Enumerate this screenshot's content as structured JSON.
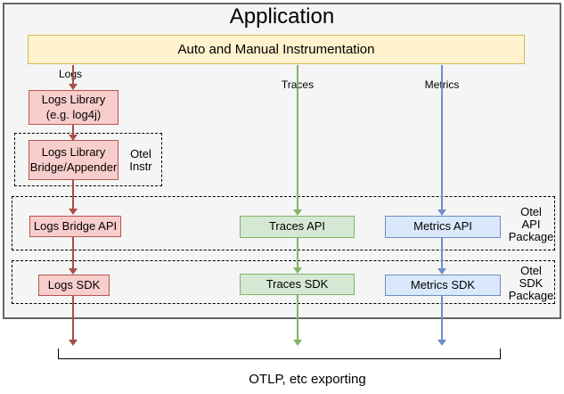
{
  "app": {
    "title": "Application",
    "instrumentation": "Auto and Manual Instrumentation"
  },
  "flows": {
    "logs": {
      "label": "Logs",
      "library": "Logs Library\n(e.g. log4j)",
      "bridge": "Logs Library\nBridge/Appender",
      "api": "Logs Bridge API",
      "sdk": "Logs SDK"
    },
    "traces": {
      "label": "Traces",
      "api": "Traces API",
      "sdk": "Traces SDK"
    },
    "metrics": {
      "label": "Metrics",
      "api": "Metrics API",
      "sdk": "Metrics SDK"
    }
  },
  "groups": {
    "otel_instr": "Otel\nInstr",
    "otel_api_package": "Otel\nAPI\nPackage",
    "otel_sdk_package": "Otel\nSDK\nPackage"
  },
  "footer": {
    "exporting": "OTLP, etc exporting"
  },
  "colors": {
    "app_fill": "#f5f5f5",
    "app_stroke": "#666666",
    "yellow_fill": "#fff2cc",
    "yellow_stroke": "#d6b656",
    "red_fill": "#f8cecc",
    "red_stroke": "#b85450",
    "red_arrow": "#a84d48",
    "green_fill": "#d5e8d4",
    "green_stroke": "#82b366",
    "blue_fill": "#dae8fc",
    "blue_stroke": "#6c8ebf",
    "blue_arrow": "#6e8fc9"
  }
}
